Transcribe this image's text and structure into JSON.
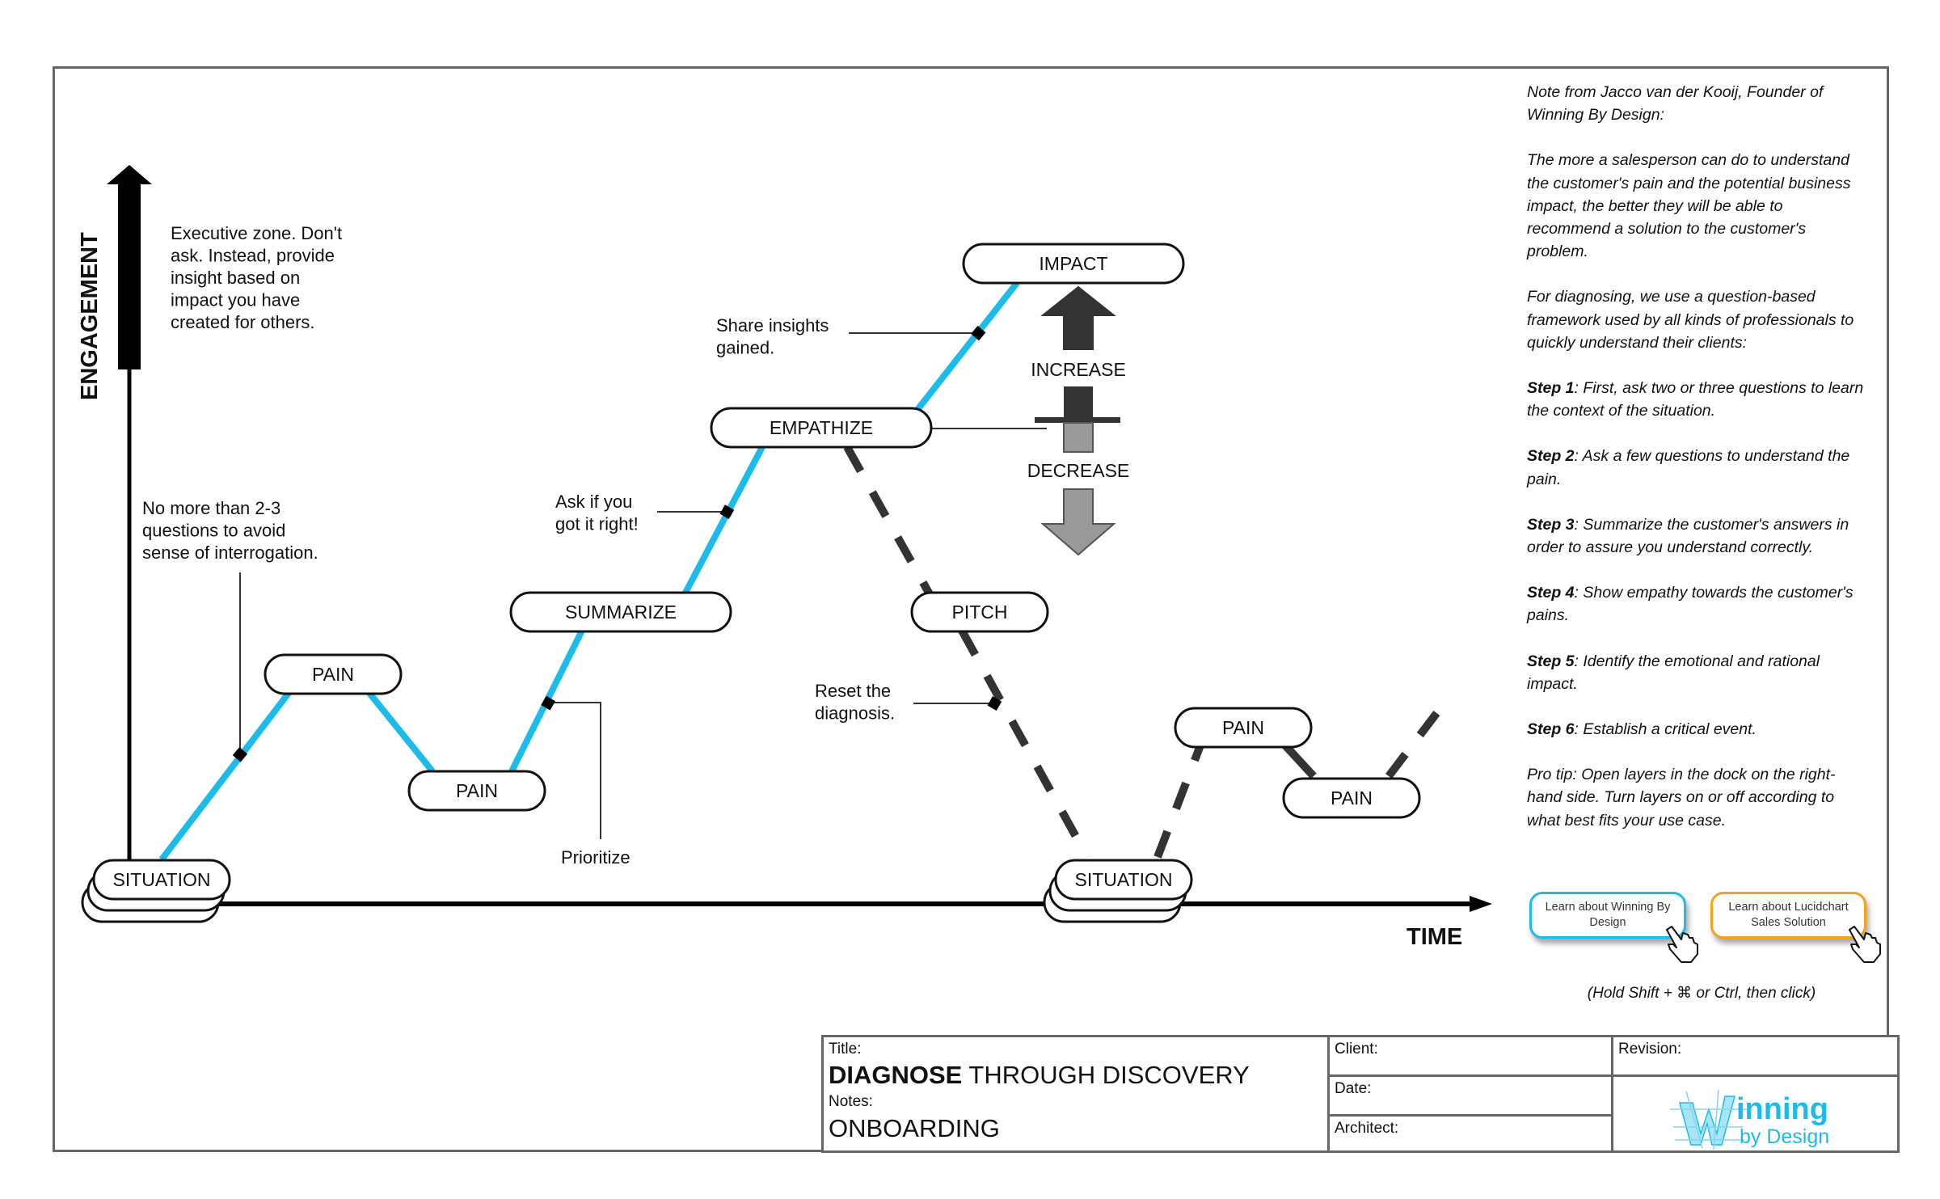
{
  "diagram": {
    "axes": {
      "y_label": "ENGAGEMENT",
      "x_label": "TIME"
    },
    "nodes": [
      {
        "id": "situation-1",
        "label": "SITUATION",
        "stacked": true
      },
      {
        "id": "pain-1",
        "label": "PAIN"
      },
      {
        "id": "pain-2",
        "label": "PAIN"
      },
      {
        "id": "summarize",
        "label": "SUMMARIZE"
      },
      {
        "id": "empathize",
        "label": "EMPATHIZE"
      },
      {
        "id": "impact",
        "label": "IMPACT"
      },
      {
        "id": "pitch",
        "label": "PITCH"
      },
      {
        "id": "situation-2",
        "label": "SITUATION",
        "stacked": true
      },
      {
        "id": "pain-3",
        "label": "PAIN"
      },
      {
        "id": "pain-4",
        "label": "PAIN"
      }
    ],
    "annotations": {
      "executive_zone": [
        "Executive zone. Don't",
        "ask. Instead, provide",
        "insight based on",
        "impact you have",
        "created for others."
      ],
      "no_more_than": [
        "No more than 2-3",
        "questions to avoid",
        "sense of interrogation."
      ],
      "prioritize": [
        "Prioritize"
      ],
      "ask_if_right": [
        "Ask if you",
        "got it right!"
      ],
      "share_insights": [
        "Share insights",
        "gained."
      ],
      "reset_diagnosis": [
        "Reset the",
        "diagnosis."
      ]
    },
    "legend": {
      "increase": "INCREASE",
      "decrease": "DECREASE"
    },
    "colors": {
      "success_path": "#1cbbe9",
      "reset_path": "#333333",
      "increase_arrow": "#333333",
      "decrease_arrow": "#999999",
      "axis": "#000000",
      "frame": "#666666"
    }
  },
  "side_note": {
    "intro": "Note from Jacco van der Kooij, Founder of Winning By Design:",
    "paragraph_1": "The more a salesperson can do to understand the customer's pain and the potential business impact, the better they will be able to recommend a solution to the customer's problem.",
    "paragraph_2": "For diagnosing, we use a question-based framework used by all kinds of professionals to quickly understand their clients:",
    "steps": [
      {
        "label": "Step 1",
        "text": ": First, ask two or three questions to learn the context of the situation."
      },
      {
        "label": "Step 2",
        "text": ": Ask a few questions to understand the pain."
      },
      {
        "label": "Step 3",
        "text": ": Summarize the customer's answers in order to assure you understand correctly."
      },
      {
        "label": "Step 4",
        "text": ": Show empathy towards the customer's pains."
      },
      {
        "label": "Step 5",
        "text": ": Identify the emotional and rational impact."
      },
      {
        "label": "Step 6",
        "text": ": Establish a critical event."
      }
    ],
    "pro_tip": "Pro tip: Open layers in the dock on the right-hand side. Turn layers on or off according to what best fits your use case."
  },
  "buttons": {
    "winning_by_design": "Learn about Winning By Design",
    "lucidchart": "Learn about Lucidchart Sales Solution",
    "hint": "(Hold Shift + ⌘ or Ctrl, then click)"
  },
  "title_block": {
    "title_label": "Title:",
    "title_bold": "DIAGNOSE",
    "title_rest": " THROUGH DISCOVERY",
    "notes_label": "Notes:",
    "notes_value": "ONBOARDING",
    "client_label": "Client:",
    "date_label": "Date:",
    "architect_label": "Architect:",
    "revision_label": "Revision:",
    "logo_word_1": "inning",
    "logo_word_2": "by Design"
  }
}
